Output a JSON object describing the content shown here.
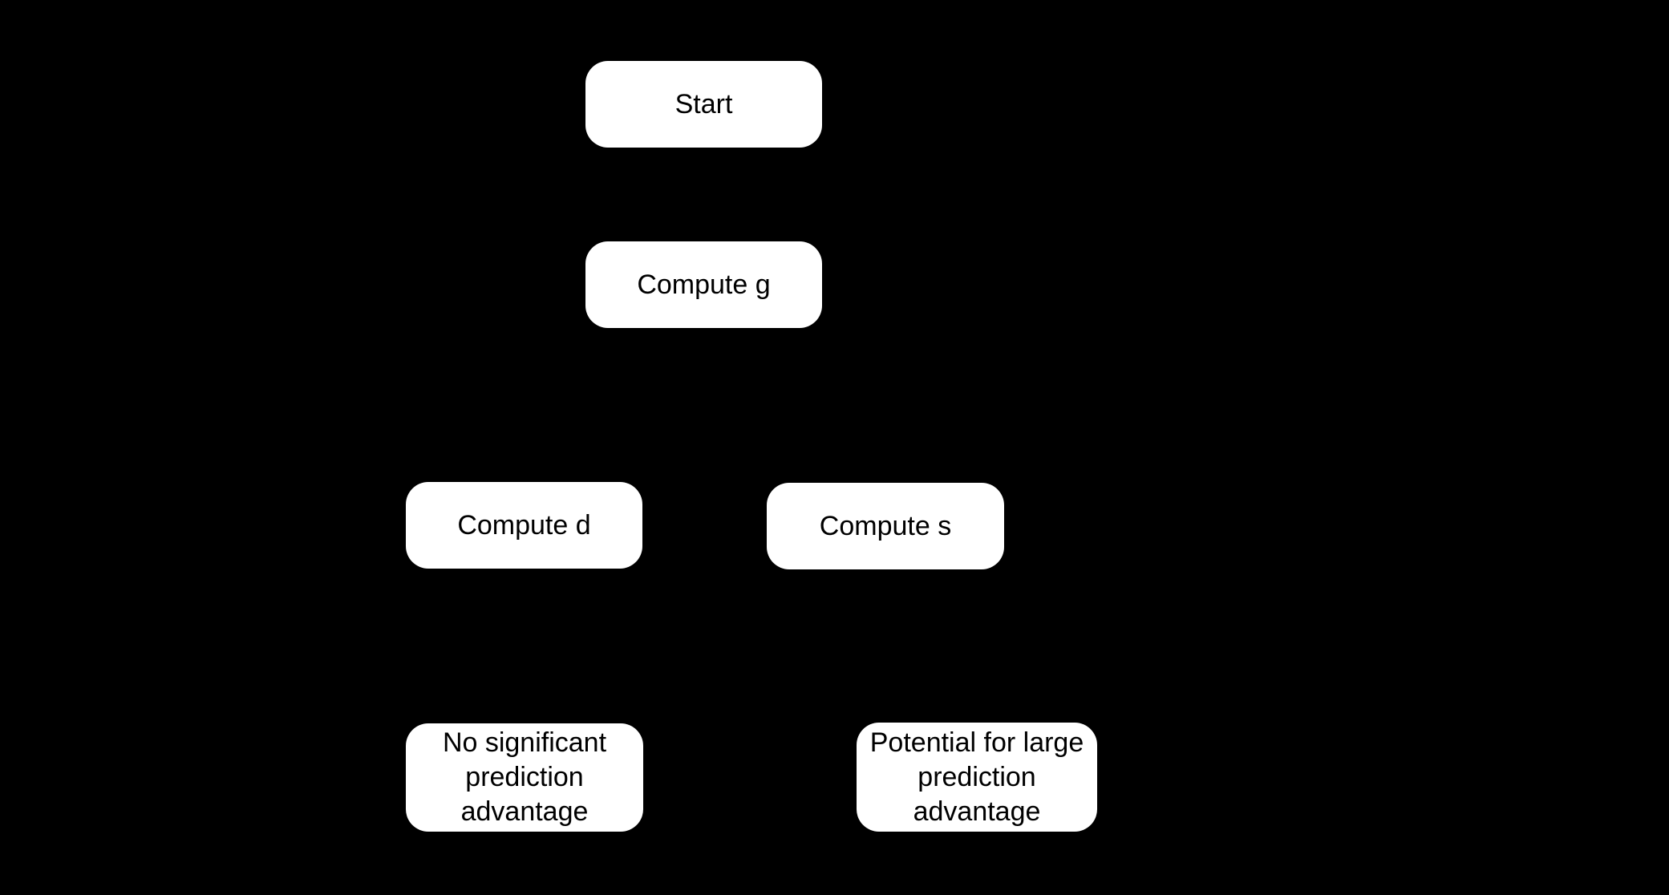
{
  "diagram": {
    "type": "flowchart",
    "colors": {
      "background": "#000000",
      "node_fill": "#ffffff",
      "node_text": "#000000"
    },
    "nodes": {
      "start": {
        "label": "Start"
      },
      "compute_g": {
        "label": "Compute g"
      },
      "compute_d": {
        "label": "Compute d"
      },
      "compute_s": {
        "label": "Compute s"
      },
      "no_adv": {
        "label": "No significant prediction advantage"
      },
      "potential": {
        "label": "Potential for large prediction advantage"
      }
    },
    "notes": "Connector arrows are drawn in black on the black background and are not visible."
  }
}
